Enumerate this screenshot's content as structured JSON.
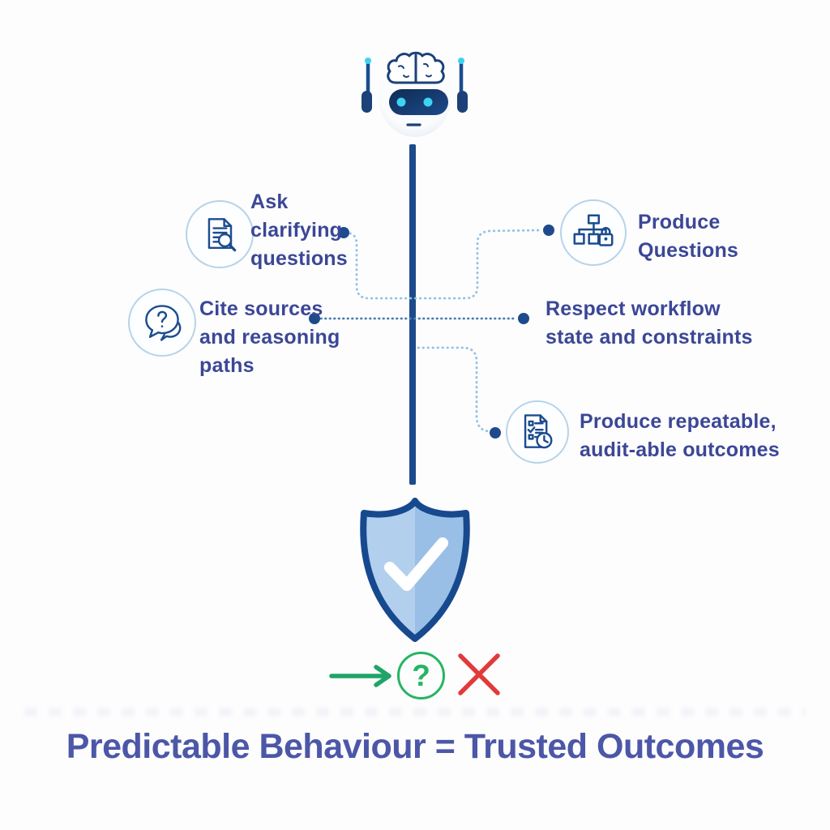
{
  "title": "Predictable Behaviour = Trusted Outcomes",
  "robot": {
    "name": "ai-assistant-robot"
  },
  "callouts": {
    "ask": {
      "lines": [
        "Ask",
        "clarifying",
        "questions"
      ],
      "icon": "document-search-icon"
    },
    "produce_questions": {
      "lines": [
        "Produce",
        "Questions"
      ],
      "icon": "hierarchy-lock-icon"
    },
    "cite_sources": {
      "lines": [
        "Cite sources",
        "and reasoning",
        "paths"
      ],
      "icon": "speech-question-icon"
    },
    "respect_workflow": {
      "lines": [
        "Respect workflow",
        "state and constraints"
      ],
      "icon": "none"
    },
    "repeatable": {
      "lines": [
        "Produce repeatable,",
        "audit-able outcomes"
      ],
      "icon": "checklist-clock-icon"
    }
  },
  "shield": {
    "symbol": "checkmark"
  },
  "bottom_row": {
    "arrow": "right-arrow",
    "question_mark": "?",
    "cross": "x-mark"
  },
  "colors": {
    "navy": "#1b4c8f",
    "line_navy": "#1d4a8a",
    "dot_navy": "#1d4b8c",
    "connector_light": "#93c1e2",
    "connector_mid": "#4b7cb1",
    "label_text": "#3b4796",
    "title_text": "#4c57a7",
    "icon_ring": "#b7d3e8",
    "shield_fill_left": "#b3cfee",
    "shield_fill_right": "#9abfe6",
    "shield_border": "#17498f",
    "green": "#27b463",
    "red": "#e23a3a",
    "cyan": "#3ed3f0"
  }
}
